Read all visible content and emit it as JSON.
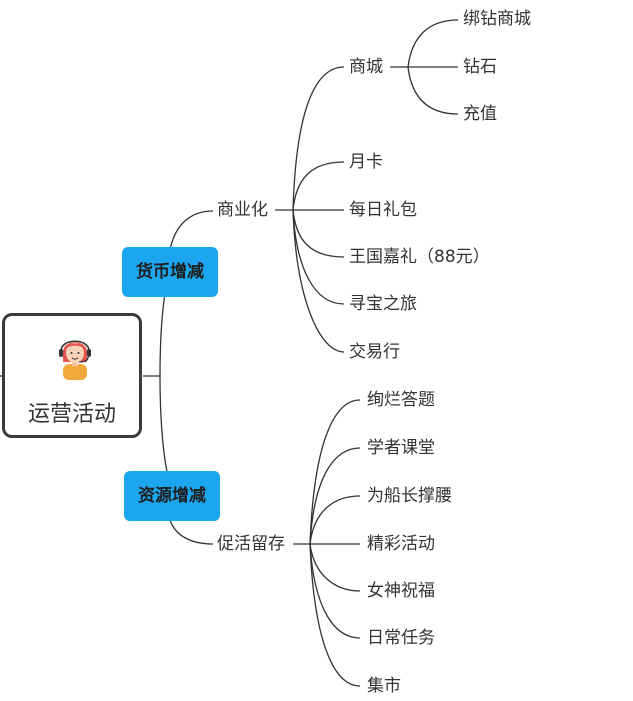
{
  "root": {
    "label": "运营活动",
    "icon": "customer-service-avatar-icon"
  },
  "colors": {
    "category_fill": "#1ba6ef",
    "line": "#333333",
    "root_border": "#3a3a3a"
  },
  "categories": [
    {
      "label": "货币增减",
      "subgroups": [
        {
          "label": "商业化",
          "children": [
            {
              "label": "商城",
              "children": [
                {
                  "label": "绑钻商城"
                },
                {
                  "label": "钻石"
                },
                {
                  "label": "充值"
                }
              ]
            },
            {
              "label": "月卡"
            },
            {
              "label": "每日礼包"
            },
            {
              "label": "王国嘉礼（88元）"
            },
            {
              "label": "寻宝之旅"
            },
            {
              "label": "交易行"
            }
          ]
        }
      ]
    },
    {
      "label": "资源增减",
      "subgroups": [
        {
          "label": "促活留存",
          "children": [
            {
              "label": "绚烂答题"
            },
            {
              "label": "学者课堂"
            },
            {
              "label": "为船长撑腰"
            },
            {
              "label": "精彩活动"
            },
            {
              "label": "女神祝福"
            },
            {
              "label": "日常任务"
            },
            {
              "label": "集市"
            }
          ]
        }
      ]
    }
  ]
}
